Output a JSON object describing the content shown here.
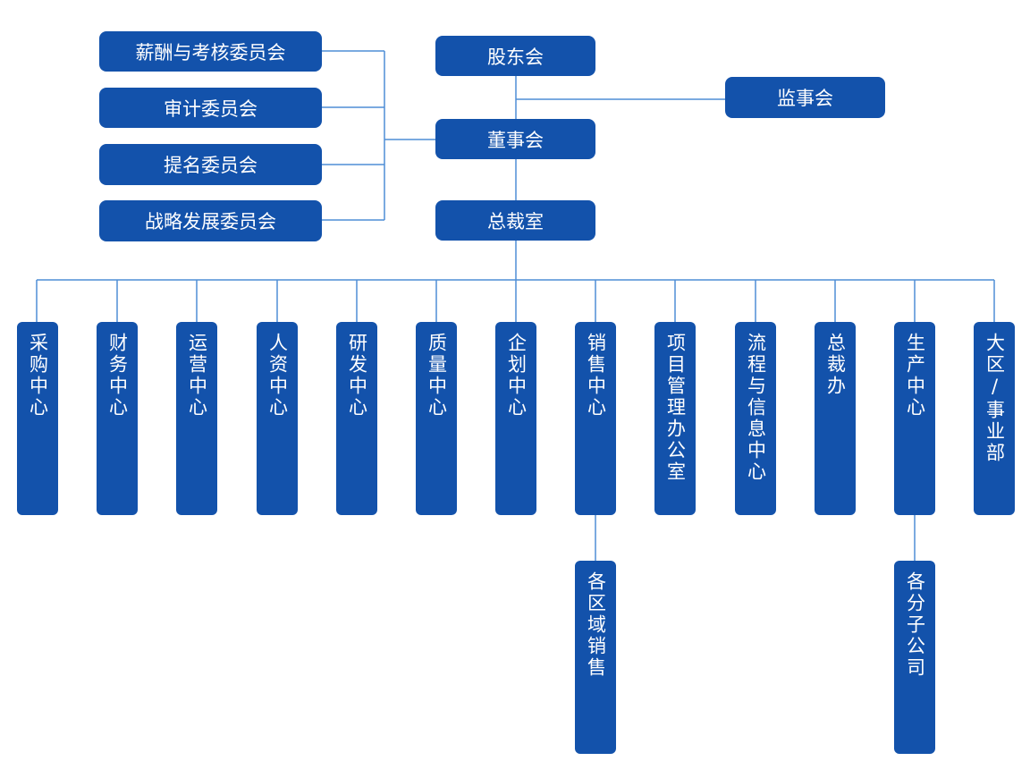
{
  "colors": {
    "box": "#1352ab",
    "line": "#4f8ed5",
    "text": "#ffffff"
  },
  "top": {
    "shareholders": "股东会",
    "supervisors": "监事会",
    "board": "董事会",
    "president_office": "总裁室"
  },
  "committees": [
    "薪酬与考核委员会",
    "审计委员会",
    "提名委员会",
    "战略发展委员会"
  ],
  "departments": [
    "采购中心",
    "财务中心",
    "运营中心",
    "人资中心",
    "研发中心",
    "质量中心",
    "企划中心",
    "销售中心",
    "项目管理办公室",
    "流程与信息中心",
    "总裁办",
    "生产中心",
    "大区/事业部"
  ],
  "sub_units": {
    "regional_sales": "各区域销售",
    "subsidiaries": "各分子公司"
  }
}
